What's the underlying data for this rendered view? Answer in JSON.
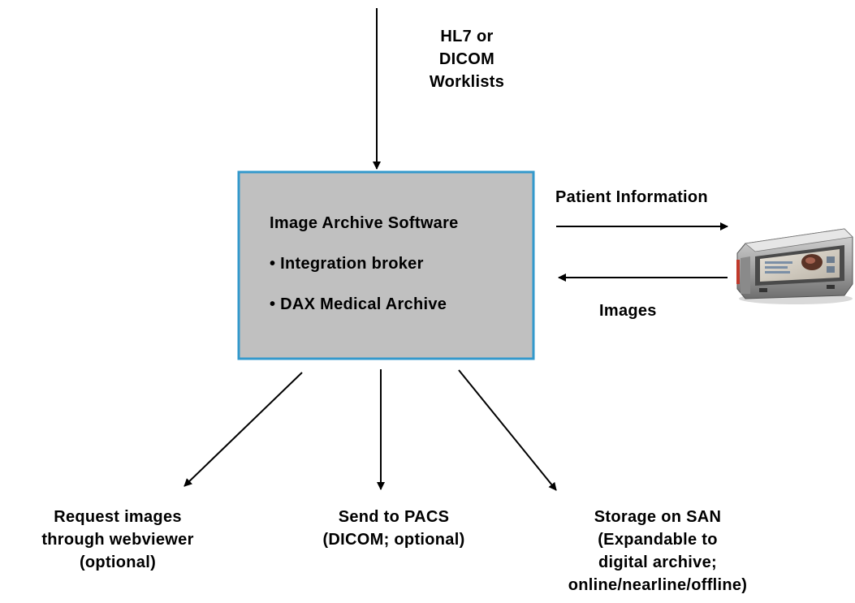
{
  "top_input": {
    "lines": [
      "HL7 or",
      "DICOM",
      "Worklists"
    ]
  },
  "archive_box": {
    "title": "Image Archive Software",
    "items": [
      "• Integration broker",
      "• DAX Medical Archive"
    ],
    "fill": "#c0c0c0",
    "border": "#3399cc"
  },
  "patient_info_label": "Patient Information",
  "images_label": "Images",
  "device_icon": "ultrasound-capture-device-icon",
  "outputs": {
    "webviewer": [
      "Request images",
      "through webviewer",
      "(optional)"
    ],
    "pacs": [
      "Send to PACS",
      "(DICOM; optional)"
    ],
    "san": [
      "Storage on SAN",
      "(Expandable to",
      "digital archive;",
      "online/nearline/offline)"
    ]
  }
}
